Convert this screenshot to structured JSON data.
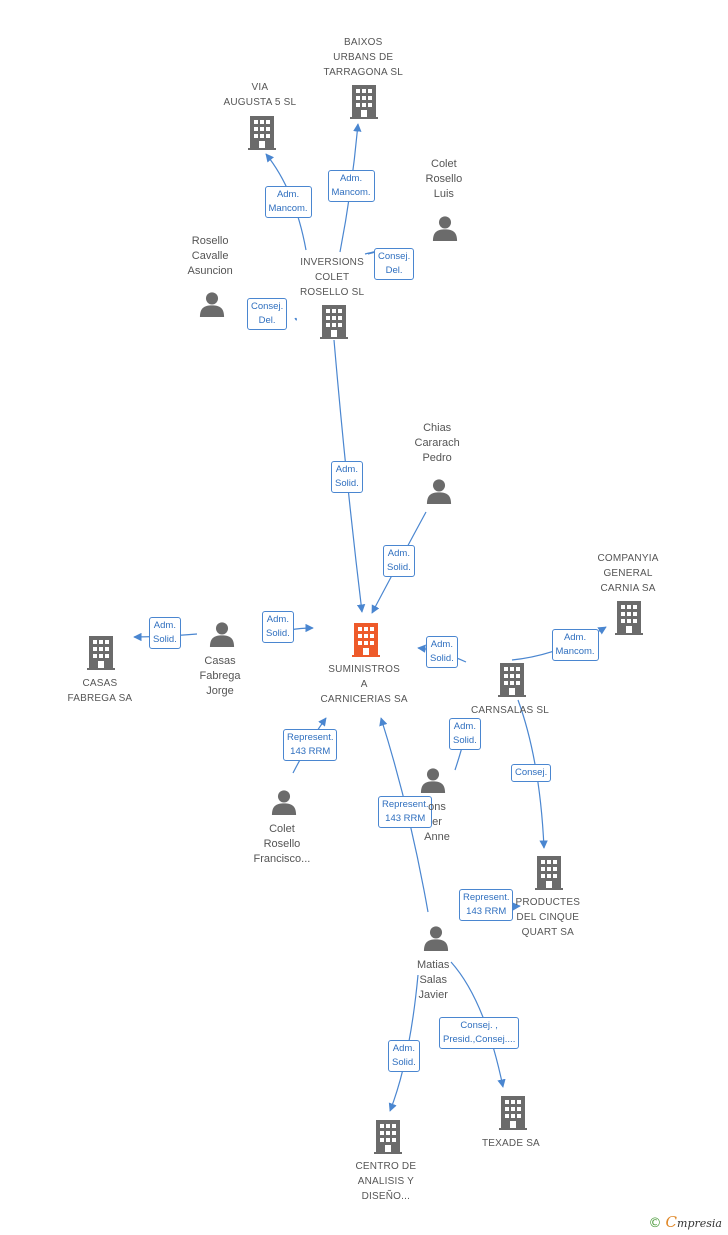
{
  "colors": {
    "edge": "#4a86d0",
    "building": "#6b6b6b",
    "focus_building": "#ee5a2a",
    "person": "#6b6b6b"
  },
  "nodes": {
    "baixos": {
      "kind": "company",
      "icon": "building-icon",
      "lines": [
        "BAIXOS",
        "URBANS DE",
        "TARRAGONA SL"
      ]
    },
    "via_augusta": {
      "kind": "company",
      "icon": "building-icon",
      "lines": [
        "VIA",
        "AUGUSTA 5 SL"
      ]
    },
    "colet_luis": {
      "kind": "person",
      "icon": "person-icon",
      "lines": [
        "Colet",
        "Rosello",
        "Luis"
      ]
    },
    "rosello_asuncion": {
      "kind": "person",
      "icon": "person-icon",
      "lines": [
        "Rosello",
        "Cavalle",
        "Asuncion"
      ]
    },
    "inversions": {
      "kind": "company",
      "icon": "building-icon",
      "lines": [
        "INVERSIONS",
        "COLET",
        "ROSELLO  SL"
      ]
    },
    "chias": {
      "kind": "person",
      "icon": "person-icon",
      "lines": [
        "Chias",
        "Cararach",
        "Pedro"
      ]
    },
    "companyia": {
      "kind": "company",
      "icon": "building-icon",
      "lines": [
        "COMPANYIA",
        "GENERAL",
        "CARNIA SA"
      ]
    },
    "casas_sa": {
      "kind": "company",
      "icon": "building-icon",
      "lines": [
        "CASAS",
        "FABREGA SA"
      ]
    },
    "casas_jorge": {
      "kind": "person",
      "icon": "person-icon",
      "lines": [
        "Casas",
        "Fabrega",
        "Jorge"
      ]
    },
    "suministros": {
      "kind": "focus",
      "icon": "building-icon",
      "lines": [
        "SUMINISTROS",
        "A",
        "CARNICERIAS SA"
      ]
    },
    "carnsalas": {
      "kind": "company",
      "icon": "building-icon",
      "lines": [
        "CARNSALAS SL"
      ]
    },
    "colet_francisco": {
      "kind": "person",
      "icon": "person-icon",
      "lines": [
        "Colet",
        "Rosello",
        "Francisco..."
      ]
    },
    "anne": {
      "kind": "person",
      "icon": "person-icon",
      "lines": [
        "ons",
        "er",
        "Anne"
      ]
    },
    "productes": {
      "kind": "company",
      "icon": "building-icon",
      "lines": [
        "PRODUCTES",
        "DEL CINQUE",
        "QUART SA"
      ]
    },
    "matias": {
      "kind": "person",
      "icon": "person-icon",
      "lines": [
        "Matias",
        "Salas",
        "Javier"
      ]
    },
    "centro": {
      "kind": "company",
      "icon": "building-icon",
      "lines": [
        "CENTRO DE",
        "ANALISIS Y",
        "DISEÑO..."
      ]
    },
    "texade": {
      "kind": "company",
      "icon": "building-icon",
      "lines": [
        "TEXADE SA"
      ]
    }
  },
  "edges": [
    {
      "from": "inversions",
      "to": "baixos",
      "lines": [
        "Adm.",
        "Mancom."
      ]
    },
    {
      "from": "inversions",
      "to": "via_augusta",
      "lines": [
        "Adm.",
        "Mancom."
      ]
    },
    {
      "from": "colet_luis",
      "to": "inversions",
      "lines": [
        "Consej.",
        "Del."
      ]
    },
    {
      "from": "rosello_asuncion",
      "to": "inversions",
      "lines": [
        "Consej.",
        "Del."
      ]
    },
    {
      "from": "inversions",
      "to": "suministros",
      "lines": [
        "Adm.",
        "Solid."
      ]
    },
    {
      "from": "chias",
      "to": "suministros",
      "lines": [
        "Adm.",
        "Solid."
      ]
    },
    {
      "from": "casas_jorge",
      "to": "suministros",
      "lines": [
        "Adm.",
        "Solid."
      ]
    },
    {
      "from": "casas_jorge",
      "to": "casas_sa",
      "lines": [
        "Adm.",
        "Solid."
      ]
    },
    {
      "from": "carnsalas",
      "to": "suministros",
      "lines": [
        "Adm.",
        "Solid."
      ]
    },
    {
      "from": "carnsalas",
      "to": "companyia",
      "lines": [
        "Adm.",
        "Mancom."
      ]
    },
    {
      "from": "anne",
      "to": "carnsalas",
      "lines": [
        "Adm.",
        "Solid."
      ]
    },
    {
      "from": "carnsalas",
      "to": "productes",
      "lines": [
        "Consej."
      ]
    },
    {
      "from": "colet_francisco",
      "to": "suministros",
      "lines": [
        "Represent.",
        "143 RRM"
      ]
    },
    {
      "from": "matias",
      "to": "suministros",
      "lines": [
        "Represent.",
        "143 RRM"
      ]
    },
    {
      "from": "matias",
      "to": "productes",
      "lines": [
        "Represent.",
        "143 RRM"
      ]
    },
    {
      "from": "matias",
      "to": "texade",
      "lines": [
        "Consej. ,",
        "Presid.,Consej...."
      ]
    },
    {
      "from": "matias",
      "to": "centro",
      "lines": [
        "Adm.",
        "Solid."
      ]
    }
  ],
  "brand": {
    "copyright": "©",
    "initial": "C",
    "rest": "mpresia"
  }
}
